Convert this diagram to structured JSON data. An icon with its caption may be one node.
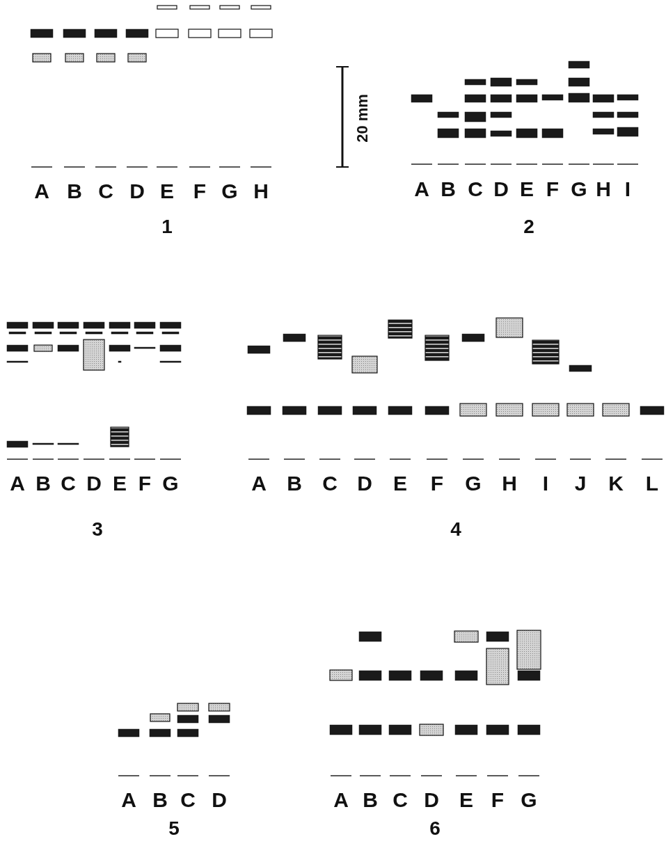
{
  "diagram": {
    "labels": [
      "20 mm",
      "A",
      "B",
      "C",
      "D",
      "E",
      "F",
      "G",
      "H",
      "A",
      "B",
      "C",
      "D",
      "E",
      "F",
      "G",
      "H",
      "I",
      "1",
      "2",
      "A",
      "B",
      "C",
      "D",
      "E",
      "F",
      "G",
      "A",
      "B",
      "C",
      "D",
      "E",
      "F",
      "G",
      "H",
      "I",
      "J",
      "K",
      "L",
      "3",
      "4",
      "A",
      "B",
      "C",
      "D",
      "A",
      "B",
      "C",
      "D",
      "E",
      "F",
      "G",
      "5",
      "6"
    ]
  }
}
